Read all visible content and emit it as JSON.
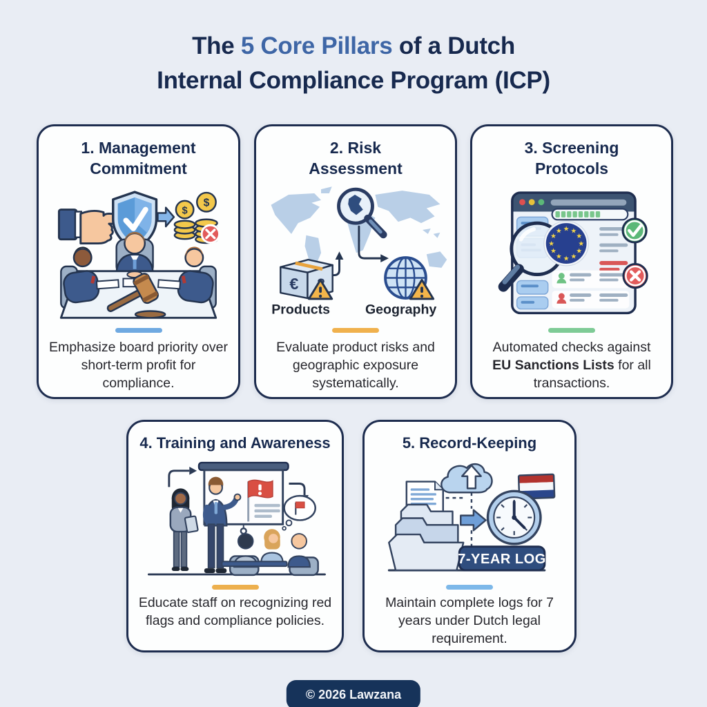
{
  "page": {
    "background_color": "#e9edf4",
    "title": {
      "part1": "The",
      "accent": "5 Core Pillars",
      "part2": "of a Dutch",
      "line2": "Internal Compliance Program (ICP)",
      "text_color": "#17294e",
      "accent_color": "#3e66a6"
    },
    "footer": {
      "text": "© 2026 Lawzana",
      "background_color": "#16335a",
      "text_color": "#f2f5f9"
    }
  },
  "glyphs": {
    "euro": "€",
    "question": "?",
    "dollar": "$",
    "star": "★"
  },
  "palette": {
    "card_border": "#1e2d4f",
    "card_background": "#fdfefe",
    "heading_color": "#17294e",
    "body_color": "#26262c",
    "success_green": "#5cb878",
    "error_red": "#e25b5b",
    "warning_orange": "#f3b54a",
    "eu_blue": "#27408f",
    "eu_star_yellow": "#f5d547",
    "dutch_flag_red": "#b2332e",
    "dutch_flag_blue": "#2a468b"
  },
  "cards": [
    {
      "title": "1. Management Commitment",
      "description": "Emphasize board priority over short-term profit for compliance.",
      "divider_color": "#6fa9e1",
      "icons": [
        "pointing-hand-icon",
        "shield-check-icon",
        "arrow-right-icon",
        "coin-stack-icon",
        "x-badge-icon",
        "board-meeting-illustration",
        "gavel-icon"
      ]
    },
    {
      "title": "2. Risk Assessment",
      "description": "Evaluate product risks and geographic exposure systematically.",
      "divider_color": "#f0b14d",
      "labels": {
        "products": "Products",
        "geography": "Geography"
      },
      "icons": [
        "world-map-illustration",
        "magnifier-europe-icon",
        "package-box-icon",
        "warning-triangle-icon",
        "globe-icon"
      ]
    },
    {
      "title": "3. Screening Protocols",
      "description_part1": "Automated checks against ",
      "description_bold": "EU Sanctions Lists",
      "description_part2": " for all transactions.",
      "divider_color": "#7ecb96",
      "icons": [
        "browser-window-illustration",
        "magnifier-eu-flag-icon",
        "check-badge-icon",
        "x-badge-icon"
      ]
    },
    {
      "title": "4. Training and Awareness",
      "description": "Educate staff on recognizing red flags and compliance policies.",
      "divider_color": "#edb04e",
      "icons": [
        "presentation-screen-icon",
        "red-flag-icon",
        "presenter-illustration",
        "audience-illustration",
        "thought-bubble-icon"
      ]
    },
    {
      "title": "5. Record-Keeping",
      "description": "Maintain complete logs for 7 years under Dutch legal requirement.",
      "divider_color": "#7db8e9",
      "badge": "7-YEAR LOG",
      "icons": [
        "folder-stack-icon",
        "document-icon",
        "cloud-upload-icon",
        "clock-icon",
        "netherlands-flag-icon"
      ]
    }
  ]
}
